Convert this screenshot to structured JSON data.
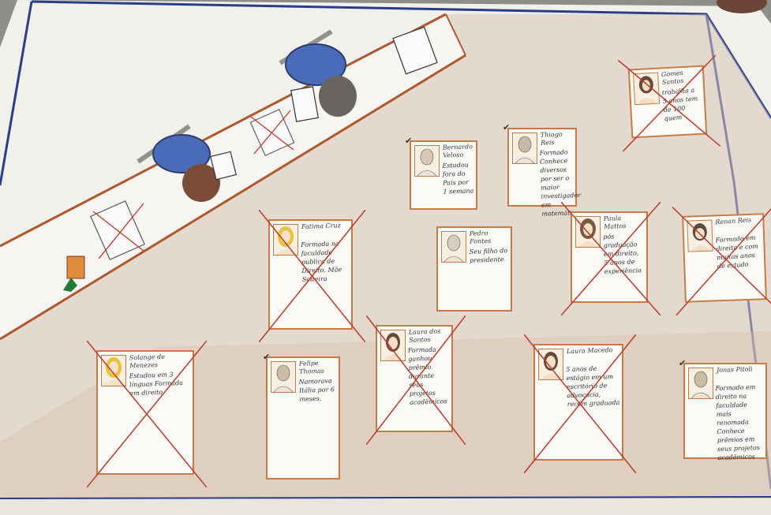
{
  "cards": [
    {
      "id": "top-right",
      "name": "Gomes Santos",
      "bio": "trabalha a 5 anos tem de 100 quem",
      "crossed": true,
      "tick": false,
      "hair": "#6b4a35"
    },
    {
      "id": "bernardo",
      "name": "Bernardo Veloso",
      "bio": "Estudou fora do Pais por 1 semana",
      "crossed": false,
      "tick": true,
      "hair": "#d8c7b2"
    },
    {
      "id": "thiago",
      "name": "Thiago Reis",
      "bio": "Formado Conhece diversos por ser o maior investigador em matemática",
      "crossed": false,
      "tick": true,
      "hair": "#c9b9a4"
    },
    {
      "id": "fatima",
      "name": "Fatima Cruz",
      "bio": "Formada na faculdade publica de Direito. Mãe Solteira",
      "crossed": true,
      "tick": false,
      "hair": "#e8c23a"
    },
    {
      "id": "pedro",
      "name": "Pedro Fontes",
      "bio": "Seu filho do presidente",
      "crossed": false,
      "tick": false,
      "hair": "#d9cdbd"
    },
    {
      "id": "paula",
      "name": "Paula Mattos",
      "bio": "pós graduação em direito, 5 anos de experiência",
      "crossed": true,
      "tick": false,
      "hair": "#7a5a3a"
    },
    {
      "id": "renan",
      "name": "Renan Reis",
      "bio": "Formado em direito e com muitas anos de estudo",
      "crossed": true,
      "tick": false,
      "hair": "#5a4a40"
    },
    {
      "id": "solange",
      "name": "Solange de Menezes",
      "bio": "Estudou em 3 línguas Formada em direito.",
      "crossed": true,
      "tick": false,
      "hair": "#e8c23a"
    },
    {
      "id": "felipe",
      "name": "Felipe Thomas",
      "bio": "Namorava Itália por 6 meses.",
      "crossed": false,
      "tick": true,
      "hair": "#cdbca6"
    },
    {
      "id": "laura-santos",
      "name": "Laura dos Santos",
      "bio": "Formada ganhou prêmio durante seus projetos acadêmicos",
      "crossed": true,
      "tick": false,
      "hair": "#6a4a36"
    },
    {
      "id": "laura-macedo",
      "name": "Laura Macedo",
      "bio": "5 anos de estágio em um escritório de advocacia, recém graduada",
      "crossed": true,
      "tick": false,
      "hair": "#6a4a36"
    },
    {
      "id": "jonas",
      "name": "Jonas Pitoli",
      "bio": "Formado em direito na faculdade mais renomada Conhece prêmios em seus projetos acadêmicos",
      "crossed": false,
      "tick": true,
      "hair": "#cdbca6"
    }
  ]
}
